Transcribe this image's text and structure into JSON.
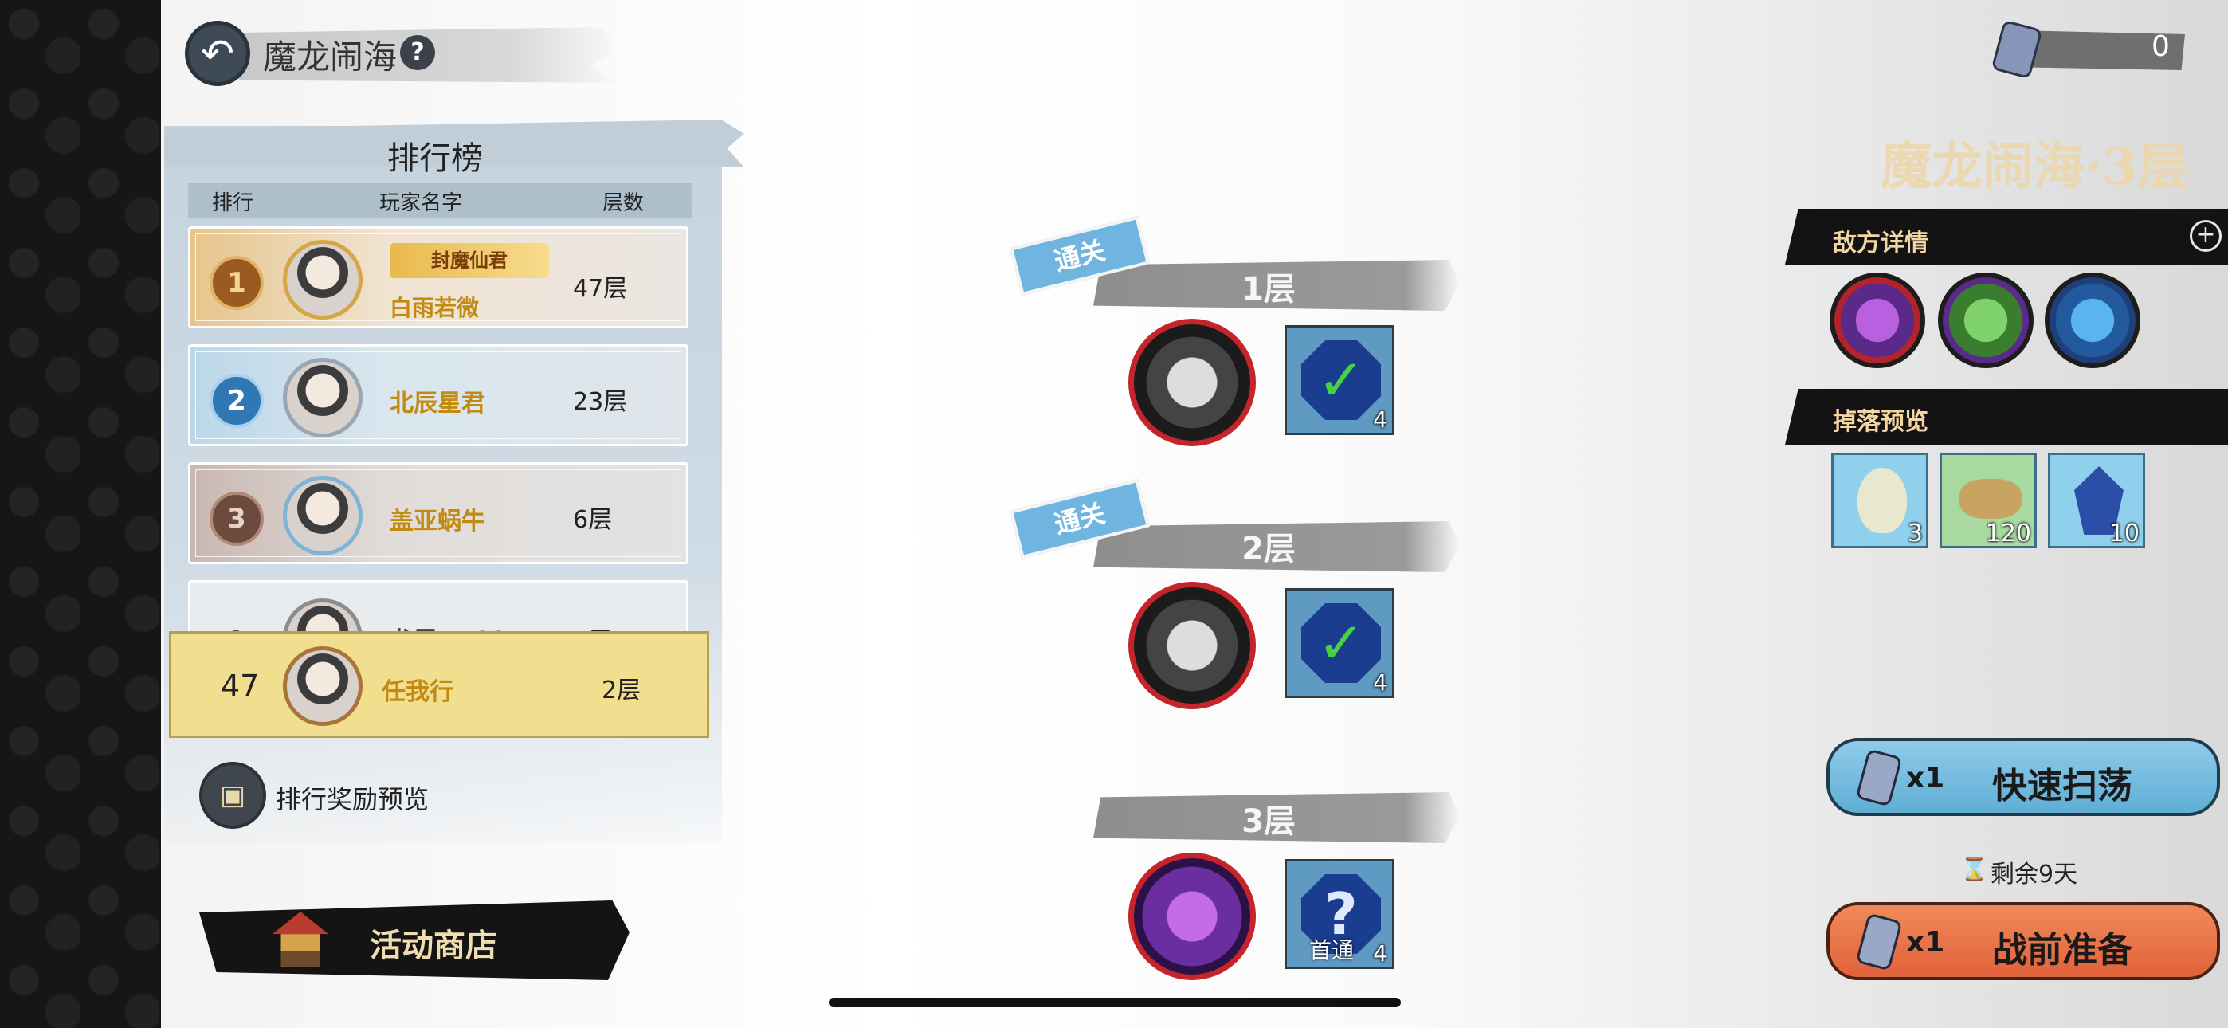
{
  "header": {
    "title": "魔龙闹海",
    "help": "?"
  },
  "currency": {
    "value": "0"
  },
  "ranking": {
    "title": "排行榜",
    "columns": {
      "rank": "排行",
      "name": "玩家名字",
      "floors": "层数"
    },
    "rows": [
      {
        "rank": "1",
        "name": "白雨若微",
        "badge": "封魔仙君",
        "floors": "47层"
      },
      {
        "rank": "2",
        "name": "北辰星君",
        "floors": "23层"
      },
      {
        "rank": "3",
        "name": "盖亚蜗牛",
        "floors": "6层"
      },
      {
        "rank": "4",
        "name": "龙雷#583",
        "floors": "4层"
      }
    ],
    "self": {
      "rank": "47",
      "name": "任我行",
      "floors": "2层"
    },
    "reward_preview": "排行奖励预览"
  },
  "shop": {
    "label": "活动商店"
  },
  "floors": [
    {
      "label": "1层",
      "cleared_tag": "通关",
      "reward_count": "4"
    },
    {
      "label": "2层",
      "cleared_tag": "通关",
      "reward_count": "4"
    },
    {
      "label": "3层",
      "reward_first": "首通",
      "reward_count": "4"
    }
  ],
  "stage": {
    "title": "魔龙闹海·3层"
  },
  "enemy_section": {
    "title": "敌方详情"
  },
  "drop_section": {
    "title": "掉落预览",
    "drops": [
      {
        "item": "dragon-egg",
        "count": "3"
      },
      {
        "item": "spirit-pills",
        "count": "120"
      },
      {
        "item": "blue-crystal",
        "count": "10"
      }
    ]
  },
  "actions": {
    "sweep": {
      "cost": "x1",
      "label": "快速扫荡"
    },
    "remaining": "剩余9天",
    "prepare": {
      "cost": "x1",
      "label": "战前准备"
    }
  },
  "colors": {
    "accent_blue": "#6fb5e0",
    "accent_orange": "#e2613a",
    "gold_text": "#c38a12"
  }
}
